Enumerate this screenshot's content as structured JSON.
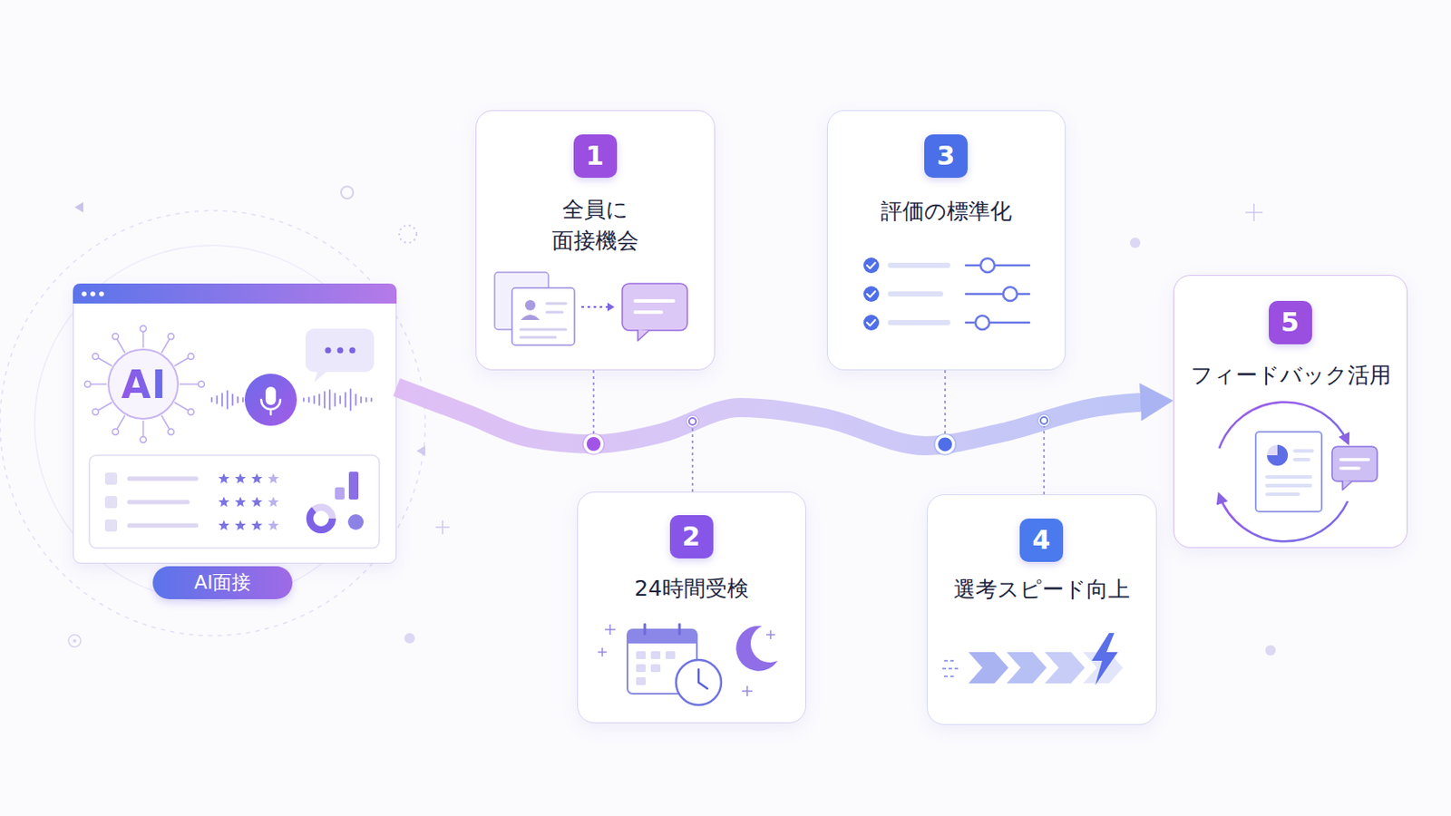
{
  "diagram": {
    "nodes": [
      {
        "text": [
          "AI",
          "AI面接"
        ]
      },
      {
        "text": [
          "1",
          "全員に 面接機会"
        ]
      },
      {
        "text": [
          "2",
          "24時間受検"
        ]
      },
      {
        "text": [
          "3",
          "評価の標準化"
        ]
      },
      {
        "text": [
          "4",
          "選考スピード向上"
        ]
      },
      {
        "text": [
          "5",
          "フィードバック活用"
        ]
      }
    ],
    "edges": [
      {
        "from": 0,
        "to": 5,
        "arrow": "to"
      }
    ]
  }
}
